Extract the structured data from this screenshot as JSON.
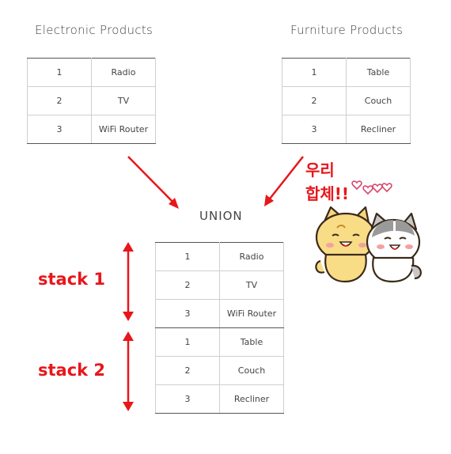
{
  "left_table": {
    "title": "Electronic Products",
    "rows": [
      {
        "id": "1",
        "name": "Radio"
      },
      {
        "id": "2",
        "name": "TV"
      },
      {
        "id": "3",
        "name": "WiFi Router"
      }
    ]
  },
  "right_table": {
    "title": "Furniture Products",
    "rows": [
      {
        "id": "1",
        "name": "Table"
      },
      {
        "id": "2",
        "name": "Couch"
      },
      {
        "id": "3",
        "name": "Recliner"
      }
    ]
  },
  "union": {
    "label": "UNION",
    "rows": [
      {
        "id": "1",
        "name": "Radio"
      },
      {
        "id": "2",
        "name": "TV"
      },
      {
        "id": "3",
        "name": "WiFi Router"
      },
      {
        "id": "1",
        "name": "Table"
      },
      {
        "id": "2",
        "name": "Couch"
      },
      {
        "id": "3",
        "name": "Recliner"
      }
    ]
  },
  "stack_labels": [
    "stack 1",
    "stack 2"
  ],
  "korean_caption": [
    "우리",
    "합체!!"
  ],
  "colors": {
    "accent": "#e8161a",
    "border": "#cfcfcf",
    "text": "#444444"
  },
  "icons": [
    "arrow-icon",
    "double-arrow-icon",
    "cats-illustration-icon",
    "heart-icon"
  ]
}
